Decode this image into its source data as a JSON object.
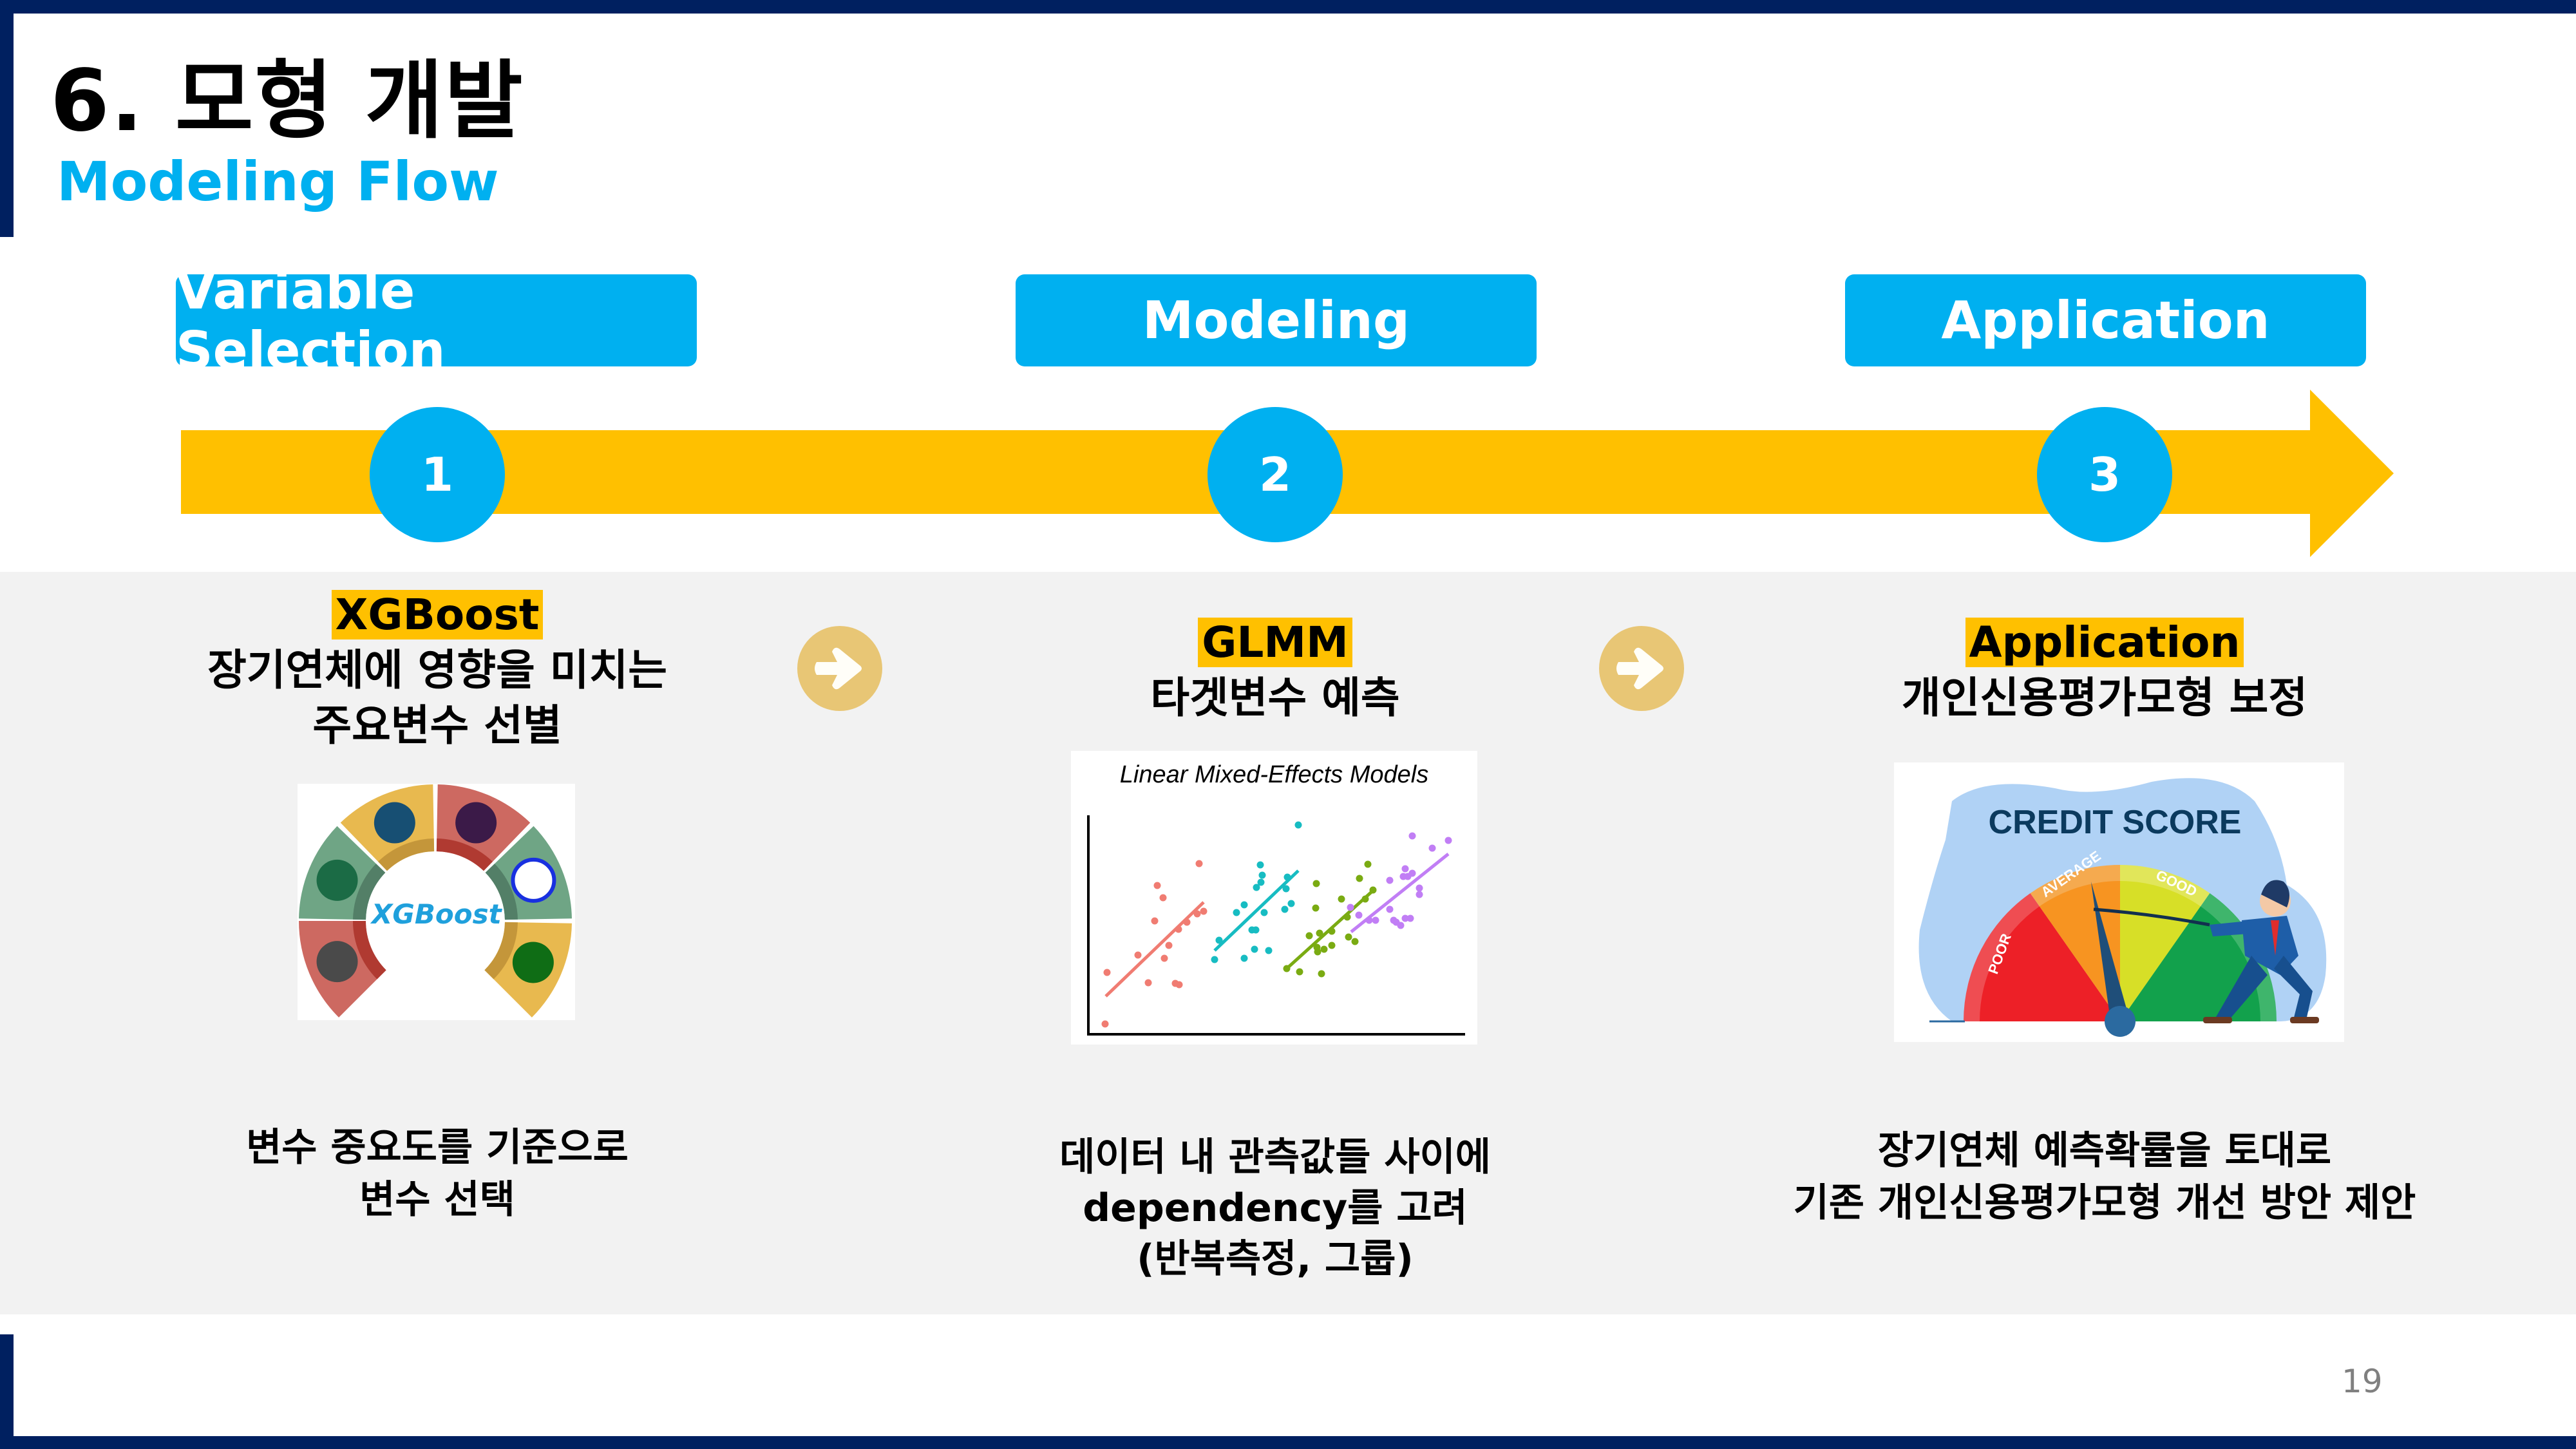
{
  "header": {
    "title": "6. 모형 개발",
    "subtitle": "Modeling Flow"
  },
  "colors": {
    "navy": "#002060",
    "accent_blue": "#00B0F0",
    "arrow_yellow": "#FFC000",
    "highlight": "#FFC000",
    "next_circle": "#E8C675",
    "panel": "#F2F2F2"
  },
  "flow": {
    "stages": [
      {
        "label": "Variable Selection",
        "number": "1"
      },
      {
        "label": "Modeling",
        "number": "2"
      },
      {
        "label": "Application",
        "number": "3"
      }
    ]
  },
  "columns": [
    {
      "method": "XGBoost",
      "desc_lines": [
        "장기연체에 영향을 미치는",
        "주요변수 선별"
      ],
      "image_text": "XGBoost",
      "bottom_lines": [
        "변수 중요도를 기준으로",
        "변수 선택"
      ]
    },
    {
      "method": "GLMM",
      "desc_lines": [
        "타겟변수 예측"
      ],
      "image_text": "Linear Mixed-Effects Models",
      "bottom_lines": [
        "데이터 내 관측값들 사이에",
        "dependency를 고려",
        "(반복측정, 그룹)"
      ]
    },
    {
      "method": "Application",
      "desc_lines": [
        "개인신용평가모형 보정"
      ],
      "image_text": "CREDIT SCORE",
      "gauge_labels": [
        "POOR",
        "AVERAGE",
        "GOOD"
      ],
      "bottom_lines": [
        "장기연체 예측확률을 토대로",
        "기존 개인신용평가모형 개선 방안 제안"
      ]
    }
  ],
  "icons": {
    "next": "arrow-right-circle-icon",
    "xgboost_segments": [
      "monitor-icon",
      "pliers-icon",
      "chip-icon",
      "gavel-icon",
      "question-icon",
      "check-icon"
    ]
  },
  "page_number": "19"
}
